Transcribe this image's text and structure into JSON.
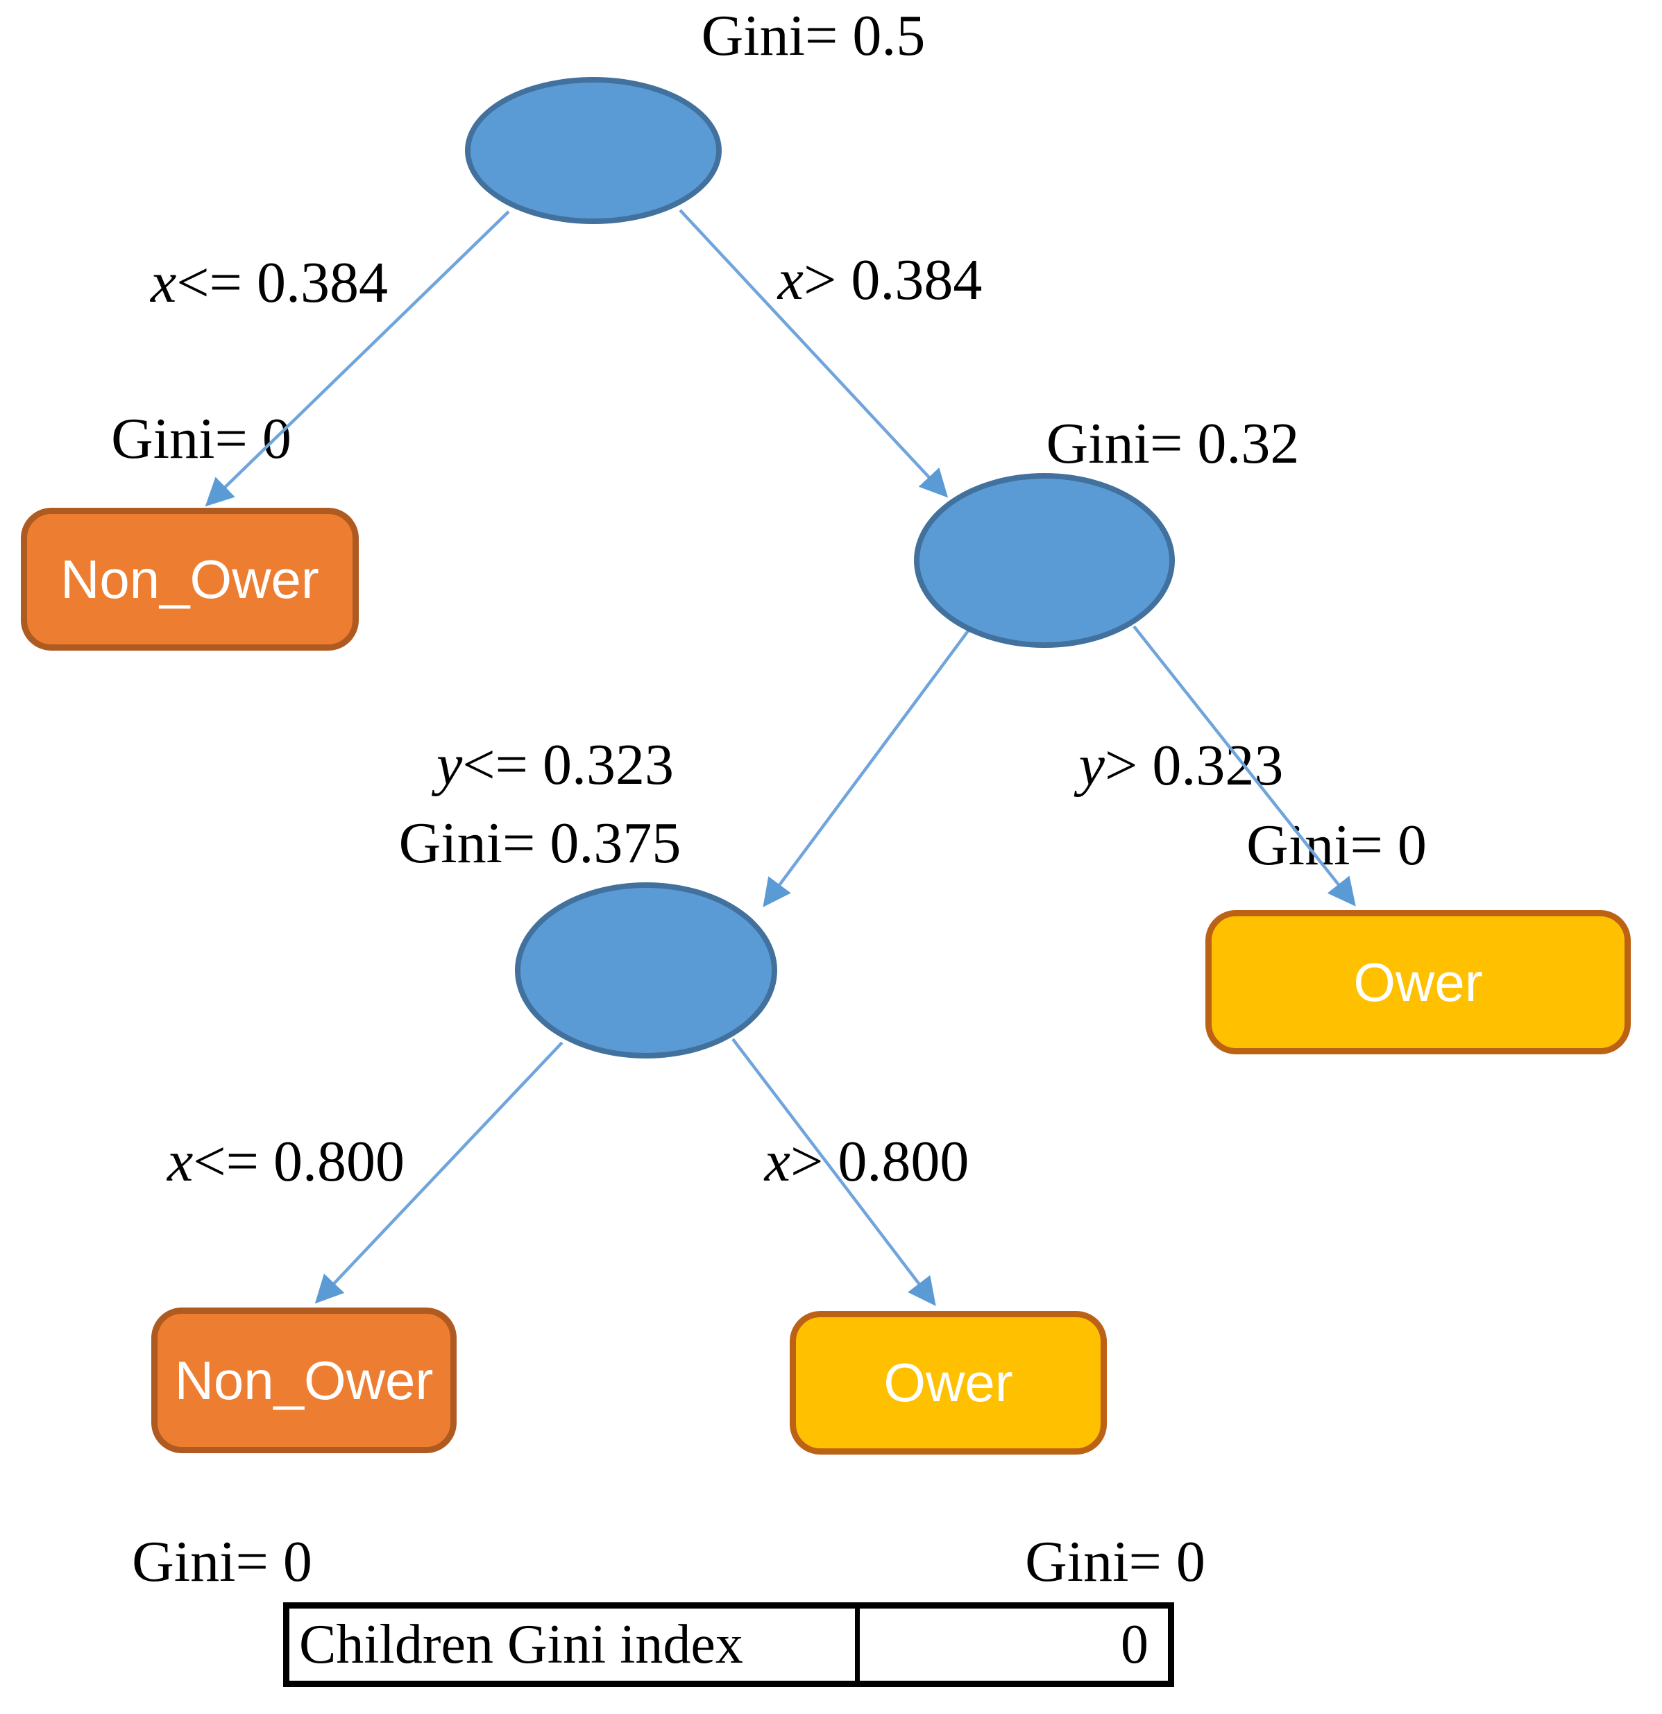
{
  "colors": {
    "node_fill": "#5B9BD5",
    "node_border": "#41719C",
    "arrow_line": "#6FA4DC",
    "arrow_head": "#5B9BD5",
    "non_ower_fill": "#ED7D31",
    "non_ower_border": "#AE5A21",
    "ower_fill": "#FFC000",
    "ower_border": "#BC6215",
    "text": "#000000",
    "leaf_text": "#ffffff"
  },
  "root": {
    "gini": "Gini= 0.5"
  },
  "edges": {
    "root_left": {
      "var": "x",
      "op_value": "<= 0.384",
      "gini": "Gini= 0"
    },
    "root_right": {
      "var": "x",
      "op_value": "> 0.384",
      "gini": "Gini= 0.32"
    },
    "n2_left": {
      "var": "y",
      "op_value": "<= 0.323",
      "gini": "Gini= 0.375"
    },
    "n2_right": {
      "var": "y",
      "op_value": "> 0.323",
      "gini": "Gini= 0"
    },
    "n3_left": {
      "var": "x",
      "op_value": "<= 0.800",
      "gini": "Gini= 0"
    },
    "n3_right": {
      "var": "x",
      "op_value": "> 0.800",
      "gini": "Gini= 0"
    }
  },
  "leaves": {
    "left": {
      "label": "Non_Ower"
    },
    "right": {
      "label": "Ower"
    },
    "bottom_left": {
      "label": "Non_Ower"
    },
    "bottom_right": {
      "label": "Ower"
    }
  },
  "summary_table": {
    "row_label": "Children Gini index",
    "row_value": "0"
  }
}
